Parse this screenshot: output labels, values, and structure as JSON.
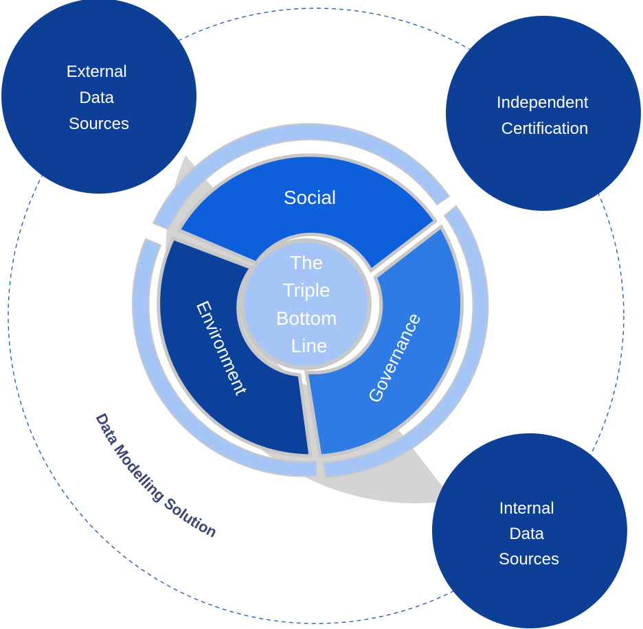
{
  "center": {
    "lines": [
      "The",
      "Triple",
      "Bottom",
      "Line"
    ]
  },
  "segments": {
    "social": "Social",
    "governance": "Governance",
    "environment": "Environment"
  },
  "arc_label": "Data Modelling Solution",
  "nodes": {
    "external": {
      "lines": [
        "External",
        "Data",
        "Sources"
      ]
    },
    "certification": {
      "lines": [
        "Independent",
        "Certification"
      ]
    },
    "internal": {
      "lines": [
        "Internal",
        "Data",
        "Sources"
      ]
    }
  },
  "colors": {
    "node_fill": "#0d3f97",
    "social": "#0d5fdb",
    "governance": "#2f7be6",
    "environment": "#0b419b",
    "outer_ring": "#a6c5f7",
    "center_fill": "#a6c5f7",
    "gray_arc": "#d4d4d4",
    "gap_gray": "#c8c8c8",
    "dashed_circle": "#2a5fb6",
    "arc_label_color": "#3c4573",
    "white": "#ffffff"
  }
}
